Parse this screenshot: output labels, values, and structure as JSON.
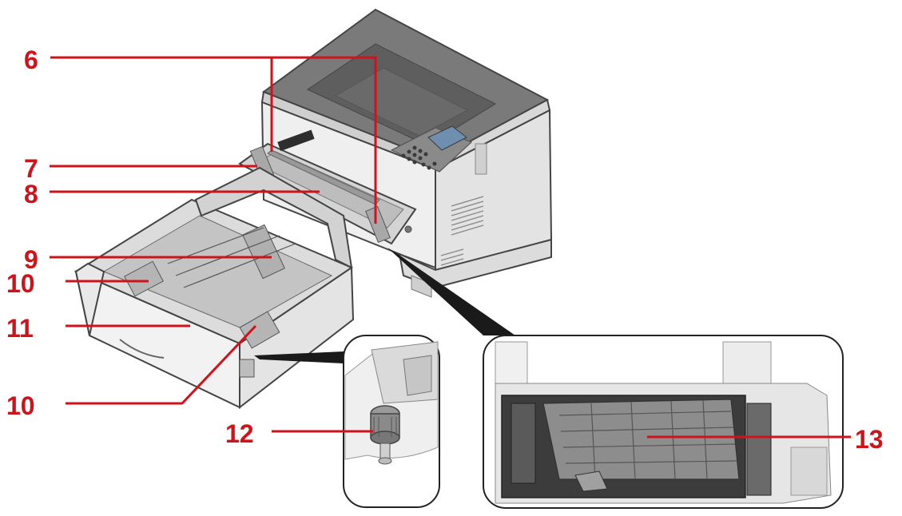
{
  "colors": {
    "callout": "#d0121b",
    "body_light": "#eeeeee",
    "body_mid": "#d6d6d6",
    "body_dark": "#6e6e6e",
    "screen": "#6f8fb0"
  },
  "callouts": [
    {
      "id": "c6",
      "label": "6"
    },
    {
      "id": "c7",
      "label": "7"
    },
    {
      "id": "c8",
      "label": "8"
    },
    {
      "id": "c9",
      "label": "9"
    },
    {
      "id": "c10a",
      "label": "10"
    },
    {
      "id": "c11",
      "label": "11"
    },
    {
      "id": "c10b",
      "label": "10"
    },
    {
      "id": "c12",
      "label": "12"
    },
    {
      "id": "c13",
      "label": "13"
    }
  ]
}
